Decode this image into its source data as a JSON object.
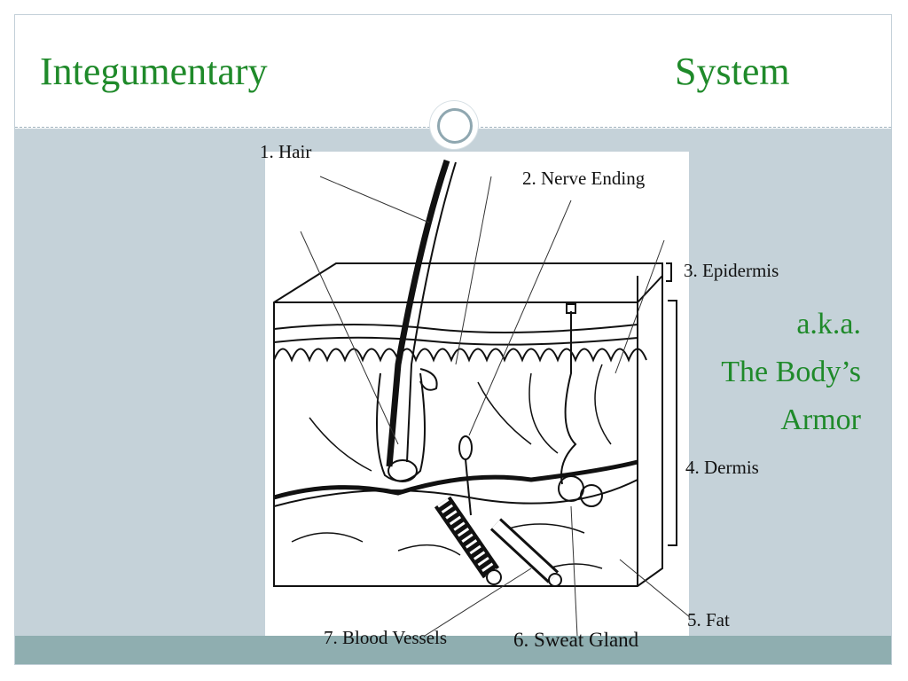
{
  "title": {
    "left": "Integumentary",
    "right": "System"
  },
  "labels": {
    "hair": "1. Hair",
    "nerve": "2. Nerve Ending",
    "epidermis": "3. Epidermis",
    "dermis": "4. Dermis",
    "fat": "5. Fat",
    "sweat": "6. Sweat Gland",
    "blood": "7. Blood Vessels"
  },
  "aka": {
    "line1": "a.k.a.",
    "line2": "The Body’s",
    "line3": "Armor"
  },
  "colors": {
    "title_green": "#1f8a2a",
    "body_bg": "#c5d2d9",
    "footer_band": "#8faeb0"
  }
}
